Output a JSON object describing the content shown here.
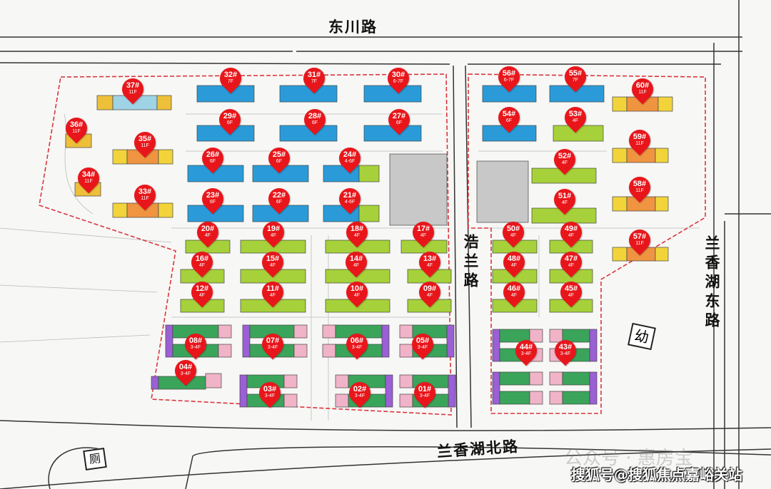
{
  "roads": {
    "north": "东川路",
    "middle": "浩兰路",
    "east": "兰香湖东路",
    "south": "兰香湖北路"
  },
  "symbols": {
    "kindergarten": "幼",
    "toilet": "厕"
  },
  "watermarks": {
    "faint": "公众号 · 惠房宝",
    "source": "搜狐号@搜狐焦点嘉峪关站"
  },
  "colors": {
    "marker": "#e8161b",
    "boundary": "#d9363e",
    "blue": "#2a9bd8",
    "lightblue": "#9fd3e6",
    "lime": "#a6d13a",
    "green": "#3aa55a",
    "pink": "#f0b3c8",
    "purple": "#9b5fd6",
    "orange": "#ef9440",
    "yellow": "#f2d43a",
    "gold": "#eec03a",
    "gray": "#c8c8c8"
  },
  "buildings": [
    {
      "id": "37#",
      "floors": "11F"
    },
    {
      "id": "32#",
      "floors": "7F"
    },
    {
      "id": "31#",
      "floors": "7F"
    },
    {
      "id": "30#",
      "floors": "6-7F"
    },
    {
      "id": "56#",
      "floors": "6-7F"
    },
    {
      "id": "55#",
      "floors": "7F"
    },
    {
      "id": "60#",
      "floors": "11F"
    },
    {
      "id": "36#",
      "floors": "11F"
    },
    {
      "id": "29#",
      "floors": "6F"
    },
    {
      "id": "28#",
      "floors": "6F"
    },
    {
      "id": "27#",
      "floors": "6F"
    },
    {
      "id": "54#",
      "floors": "6F"
    },
    {
      "id": "53#",
      "floors": "4F"
    },
    {
      "id": "59#",
      "floors": "11F"
    },
    {
      "id": "35#",
      "floors": "11F"
    },
    {
      "id": "26#",
      "floors": "6F"
    },
    {
      "id": "25#",
      "floors": "6F"
    },
    {
      "id": "24#",
      "floors": "4-6F"
    },
    {
      "id": "52#",
      "floors": "4F"
    },
    {
      "id": "34#",
      "floors": "11F"
    },
    {
      "id": "33#",
      "floors": "11F"
    },
    {
      "id": "23#",
      "floors": "6F"
    },
    {
      "id": "22#",
      "floors": "6F"
    },
    {
      "id": "21#",
      "floors": "4-6F"
    },
    {
      "id": "51#",
      "floors": "4F"
    },
    {
      "id": "58#",
      "floors": "11F"
    },
    {
      "id": "20#",
      "floors": "4F"
    },
    {
      "id": "19#",
      "floors": "4F"
    },
    {
      "id": "18#",
      "floors": "4F"
    },
    {
      "id": "17#",
      "floors": "4F"
    },
    {
      "id": "50#",
      "floors": "4F"
    },
    {
      "id": "49#",
      "floors": "4F"
    },
    {
      "id": "57#",
      "floors": "11F"
    },
    {
      "id": "16#",
      "floors": "4F"
    },
    {
      "id": "15#",
      "floors": "4F"
    },
    {
      "id": "14#",
      "floors": "4F"
    },
    {
      "id": "13#",
      "floors": "4F"
    },
    {
      "id": "48#",
      "floors": "4F"
    },
    {
      "id": "47#",
      "floors": "4F"
    },
    {
      "id": "12#",
      "floors": "4F"
    },
    {
      "id": "11#",
      "floors": "4F"
    },
    {
      "id": "10#",
      "floors": "4F"
    },
    {
      "id": "09#",
      "floors": "4F"
    },
    {
      "id": "46#",
      "floors": "4F"
    },
    {
      "id": "45#",
      "floors": "4F"
    },
    {
      "id": "08#",
      "floors": "3-4F"
    },
    {
      "id": "07#",
      "floors": "3-4F"
    },
    {
      "id": "06#",
      "floors": "3-4F"
    },
    {
      "id": "05#",
      "floors": "3-4F"
    },
    {
      "id": "44#",
      "floors": "3-4F"
    },
    {
      "id": "43#",
      "floors": "3-4F"
    },
    {
      "id": "04#",
      "floors": "3-4F"
    },
    {
      "id": "03#",
      "floors": "3-4F"
    },
    {
      "id": "02#",
      "floors": "3-4F"
    },
    {
      "id": "01#",
      "floors": "3-4F"
    }
  ]
}
